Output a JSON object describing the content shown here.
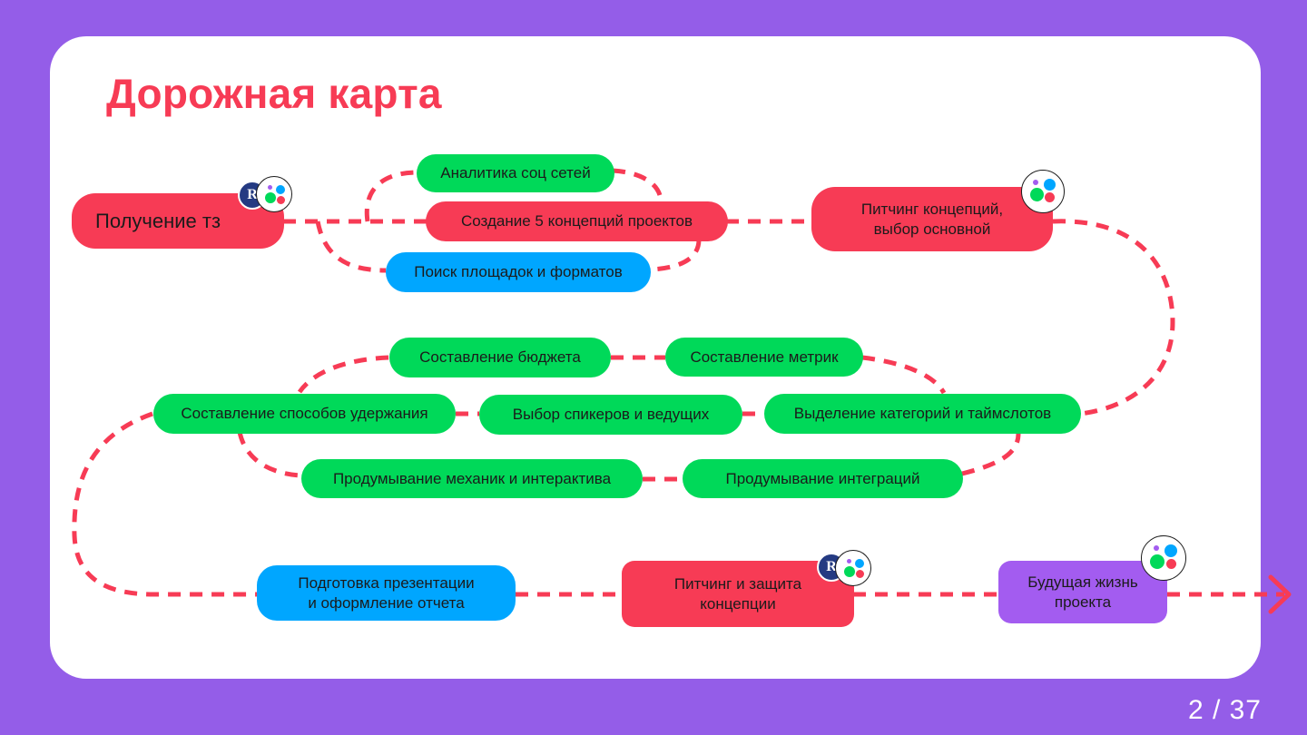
{
  "title": "Дорожная карта",
  "nodes": {
    "poluchenie": "Получение тз",
    "analitika": "Аналитика соц сетей",
    "sozdanie": "Создание 5 концепций  проектов",
    "poisk": "Поиск площадок и форматов",
    "pitching1": "Питчинг концепций,\nвыбор основной",
    "byudzhet": "Составление бюджета",
    "metriki": "Составление метрик",
    "uderzhanie": "Составление способов удержания",
    "spikery": "Выбор спикеров и ведущих",
    "kategorii": "Выделение категорий и таймслотов",
    "mekhaniki": "Продумывание механик и интерактива",
    "integracii": "Продумывание интеграций",
    "prezentaciya": "Подготовка  презентации\nи оформление отчета",
    "pitching2": "Питчинг и защита\nконцепции",
    "budushchaya": "Будущая жизнь\nпроекта"
  },
  "seal_letter": "R",
  "colors": {
    "background": "#945DE8",
    "title": "#F73B55",
    "green": "#00D959",
    "red": "#F73B55",
    "blue": "#00A6FF",
    "purple": "#A35CF0",
    "connector": "#F73B55"
  },
  "icons": [
    "hse-seal-icon",
    "colored-dots-logo-icon",
    "arrow-right-icon"
  ],
  "pagination": "2 / 37"
}
